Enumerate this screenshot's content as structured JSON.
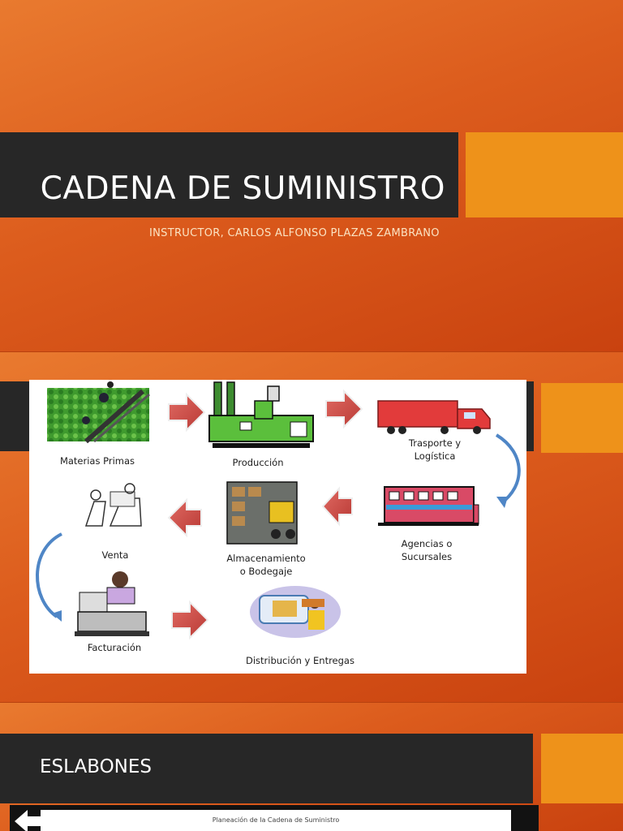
{
  "slide1": {
    "title": "CADENA DE SUMINISTRO",
    "subtitle": "INSTRUCTOR, CARLOS ALFONSO PLAZAS ZAMBRANO"
  },
  "slide2": {
    "stages": {
      "materias_primas": "Materias Primas",
      "produccion": "Producción",
      "transporte": "Trasporte y\nLogística",
      "agencias": "Agencias o\nSucursales",
      "almacenamiento": "Almacenamiento\no Bodegaje",
      "venta": "Venta",
      "facturacion": "Facturación",
      "distribucion": "Distribución y Entregas"
    }
  },
  "slide3": {
    "heading": "ESLABONES",
    "image_caption": "Planeación de la Cadena de Suministro"
  },
  "colors": {
    "background_orange": "#dc5c1d",
    "accent_orange": "#ee921a",
    "dark_bar": "#272727",
    "arrow_red": "#cf4e49",
    "curve_blue": "#4f86c6"
  }
}
